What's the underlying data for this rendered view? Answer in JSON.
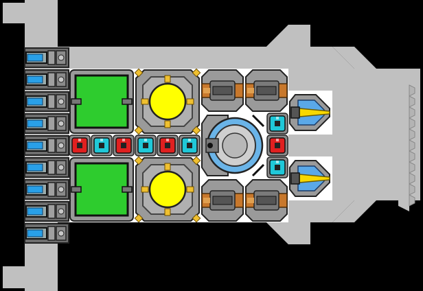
{
  "scene": {
    "background": "#000000",
    "hull_color": "#c0c0c0",
    "floor_color": "#ffffff"
  },
  "palette": {
    "thruster_body": "#8c8c8c",
    "thruster_light": "#29a0e8",
    "storage_fill": "#2ecc2e",
    "reactor_core": "#ffff00",
    "reactor_accent": "#f0c030",
    "armor_red": "#e02020",
    "armor_cyan": "#20c8d8",
    "cannon_copper": "#c8782c",
    "laser_yellow": "#f8d800",
    "laser_blue": "#5aa8e8",
    "shield_blue": "#6ab4e8"
  },
  "modules": {
    "thrusters": {
      "count": 9,
      "icon": "thruster-icon"
    },
    "storage": {
      "count": 2,
      "icon": "storage-container-icon"
    },
    "reactors": {
      "count": 2,
      "icon": "reactor-icon"
    },
    "armor_row": [
      "red",
      "cyan",
      "red",
      "cyan",
      "red",
      "cyan"
    ],
    "side_armor": [
      "cyan",
      "red",
      "cyan"
    ],
    "cannons": {
      "count": 4,
      "icon": "cannon-icon"
    },
    "lasers": {
      "count": 2,
      "icon": "laser-turret-icon"
    },
    "shield": {
      "count": 1,
      "icon": "shield-generator-icon"
    }
  }
}
